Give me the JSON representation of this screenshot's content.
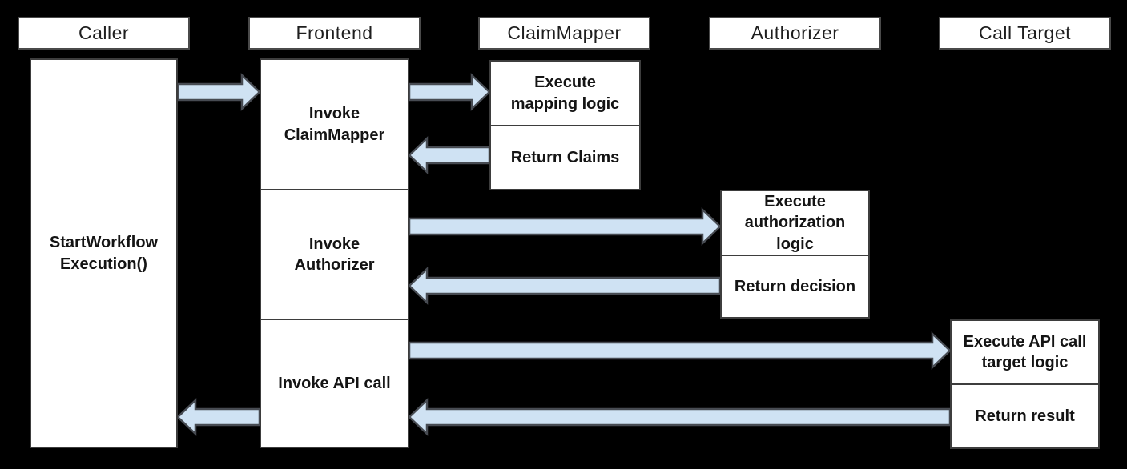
{
  "colors": {
    "background": "#000000",
    "box_fill": "#ffffff",
    "box_border": "#3d3d3d",
    "header_border": "#4a4a4a",
    "arrow_fill": "#cfe2f3",
    "arrow_stroke": "#474b52",
    "text": "#141414"
  },
  "lifelines": [
    {
      "header": "Caller",
      "boxes": [
        "StartWorkflow\nExecution()"
      ]
    },
    {
      "header": "Frontend",
      "boxes": [
        "Invoke\nClaimMapper",
        "Invoke\nAuthorizer",
        "Invoke API call"
      ]
    },
    {
      "header": "ClaimMapper",
      "boxes": [
        "Execute\nmapping logic",
        "Return Claims"
      ]
    },
    {
      "header": "Authorizer",
      "boxes": [
        "Execute\nauthorization\nlogic",
        "Return decision"
      ]
    },
    {
      "header": "Call Target",
      "boxes": [
        "Execute API call\ntarget logic",
        "Return result"
      ]
    }
  ],
  "flows": [
    {
      "from": "Caller",
      "to": "Frontend",
      "type": "call"
    },
    {
      "from": "Frontend",
      "to": "ClaimMapper",
      "type": "call"
    },
    {
      "from": "ClaimMapper",
      "to": "Frontend",
      "type": "return"
    },
    {
      "from": "Frontend",
      "to": "Authorizer",
      "type": "call"
    },
    {
      "from": "Authorizer",
      "to": "Frontend",
      "type": "return"
    },
    {
      "from": "Frontend",
      "to": "Call Target",
      "type": "call"
    },
    {
      "from": "Call Target",
      "to": "Frontend",
      "type": "return"
    },
    {
      "from": "Frontend",
      "to": "Caller",
      "type": "return"
    }
  ]
}
